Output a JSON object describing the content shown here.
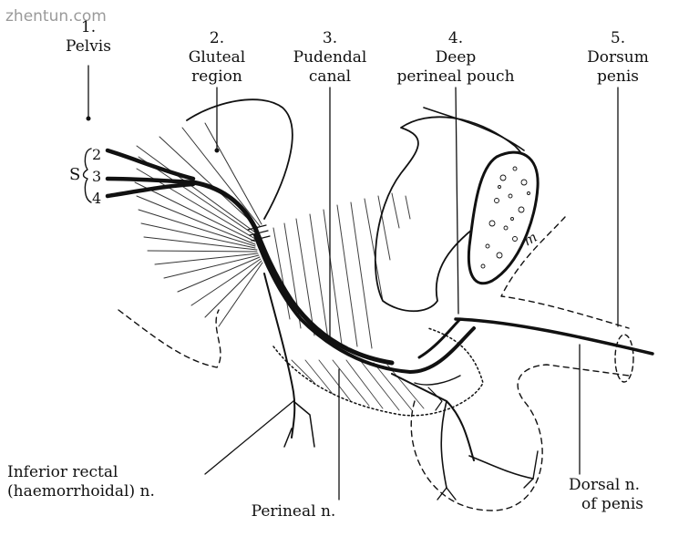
{
  "watermark": "zhentun.com",
  "top_labels": [
    {
      "num": "1.",
      "text": "Pelvis"
    },
    {
      "num": "2.",
      "text": "Gluteal",
      "text2": "region"
    },
    {
      "num": "3.",
      "text": "Pudendal",
      "text2": "canal"
    },
    {
      "num": "4.",
      "text": "Deep",
      "text2": "perineal pouch"
    },
    {
      "num": "5.",
      "text": "Dorsum",
      "text2": "penis"
    }
  ],
  "sacral": {
    "letter": "S",
    "roots": [
      "2",
      "3",
      "4"
    ]
  },
  "bottom_labels": {
    "inferior_rectal": {
      "line1": "Inferior rectal",
      "line2": "(haemorrhoidal) n."
    },
    "perineal": "Perineal n.",
    "dorsal": {
      "line1": "Dorsal n.",
      "line2": "of penis"
    }
  },
  "signature": "m"
}
